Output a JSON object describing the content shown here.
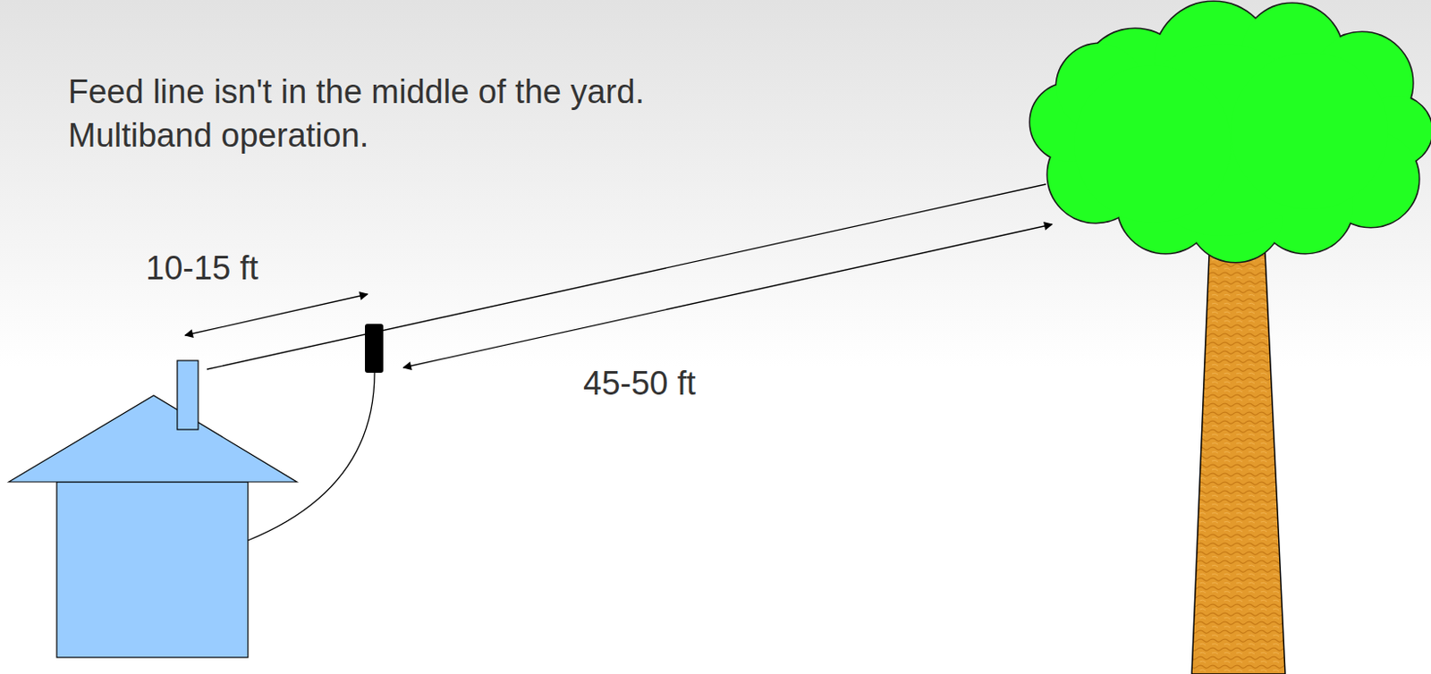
{
  "diagram": {
    "labels": [
      "Feed line isn't in the middle of the yard.",
      "Multiband operation.",
      "10-15 ft",
      "45-50 ft"
    ]
  }
}
